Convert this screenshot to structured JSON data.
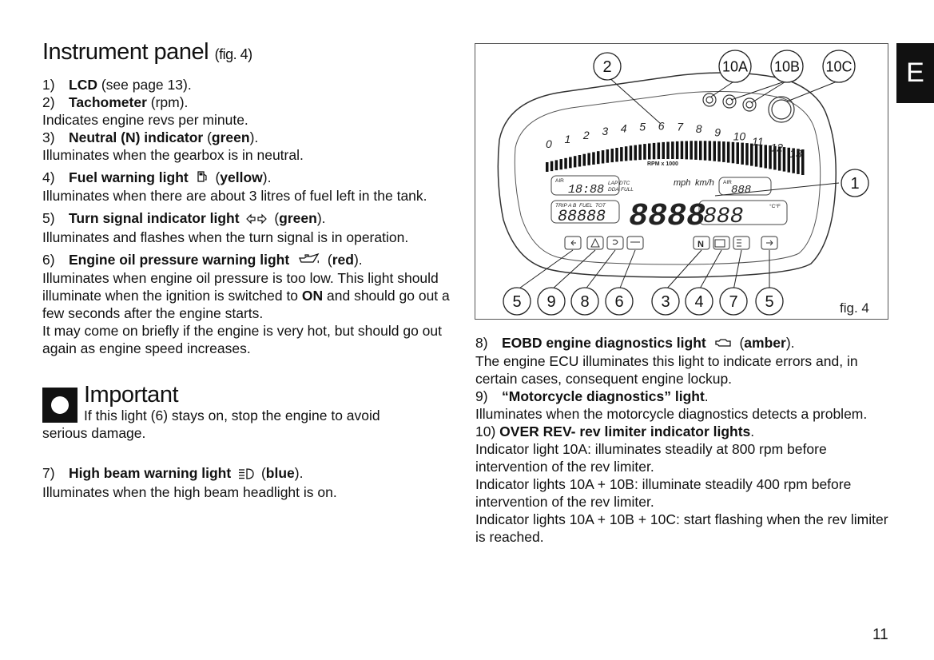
{
  "section_tab": "E",
  "page_number": "11",
  "title": {
    "text": "Instrument panel",
    "fig_ref": "(fig. 4)"
  },
  "left_items": [
    {
      "num": "1)",
      "label": "LCD",
      "after": " (see page 13).",
      "desc": ""
    },
    {
      "num": "2)",
      "label": "Tachometer",
      "after": " (rpm).",
      "desc": "Indicates engine revs per minute."
    },
    {
      "num": "3)",
      "label": "Neutral (N) indicator",
      "color_open": " (",
      "color": "green",
      "color_close": ").",
      "desc": "Illuminates when the gearbox is in neutral."
    },
    {
      "num": "4)",
      "label": "Fuel warning light",
      "icon": "fuel-pump-icon",
      "color_open": " (",
      "color": "yellow",
      "color_close": ").",
      "desc": "Illuminates when there are about 3 litres of fuel left in the tank."
    },
    {
      "num": "5)",
      "label": "Turn signal indicator light",
      "icon": "turn-arrows-icon",
      "color_open": " (",
      "color": "green",
      "color_close": ").",
      "desc": "Illuminates and flashes when the turn signal is in operation."
    },
    {
      "num": "6)",
      "label": "Engine oil pressure warning light",
      "icon": "oil-can-icon",
      "color_open": " (",
      "color": "red",
      "color_close": ").",
      "desc_parts": [
        "Illuminates when engine oil pressure is too low. This light should illuminate when the ignition is switched to ",
        "ON",
        " and should go out a few seconds after the engine starts.",
        "It may come on briefly if the engine is very hot, but should go out again as engine speed increases."
      ]
    }
  ],
  "important": {
    "title": "Important",
    "text_line1": "If this light (6) stays on, stop the engine to avoid",
    "text_line2": "serious damage."
  },
  "item7": {
    "num": "7)",
    "label": "High beam warning light",
    "icon": "high-beam-icon",
    "color_open": " (",
    "color": "blue",
    "color_close": ").",
    "desc": "Illuminates when the high beam headlight is on."
  },
  "right_items": [
    {
      "num": "8)",
      "label": "EOBD engine diagnostics light",
      "icon": "engine-icon",
      "color_open": " (",
      "color": "amber",
      "color_close": ").",
      "desc": "The engine ECU illuminates this light to indicate errors and, in certain cases, consequent engine lockup."
    },
    {
      "num": "9)",
      "label": "“Motorcycle diagnostics” light",
      "after": ".",
      "desc": "Illuminates when the motorcycle diagnostics detects a problem."
    },
    {
      "num": "10)",
      "label": "OVER REV- rev limiter indicator lights",
      "after": ".",
      "desc_lines": [
        "Indicator light 10A: illuminates steadily at 800 rpm before intervention of the rev limiter.",
        "Indicator lights 10A + 10B: illuminate steadily 400 rpm before intervention of the rev limiter.",
        "Indicator lights 10A + 10B + 10C: start flashing when the rev limiter is reached."
      ]
    }
  ],
  "figure": {
    "caption": "fig. 4",
    "callouts_top": [
      "2",
      "10A",
      "10B",
      "10C"
    ],
    "callout_right": "1",
    "callouts_bottom": [
      "5",
      "9",
      "8",
      "6",
      "3",
      "4",
      "7",
      "5"
    ],
    "tach_numbers": [
      "0",
      "1",
      "2",
      "3",
      "4",
      "5",
      "6",
      "7",
      "8",
      "9",
      "10",
      "11",
      "12",
      "13"
    ],
    "rpm_label": "RPM x 1000",
    "lcd": {
      "air_label": "AIR",
      "clock": "18:88",
      "lap": "LAP",
      "dtc": "DTC",
      "dda": "DDA",
      "full": "FULL",
      "mph": "mph",
      "kmh": "km/h",
      "trip": "TRIP A B",
      "fuel": "FUEL",
      "tot": "TOT",
      "odo": "88888",
      "speed": "8888",
      "temp": "888",
      "temp_unit": "°C°F",
      "small_right": "888"
    }
  }
}
